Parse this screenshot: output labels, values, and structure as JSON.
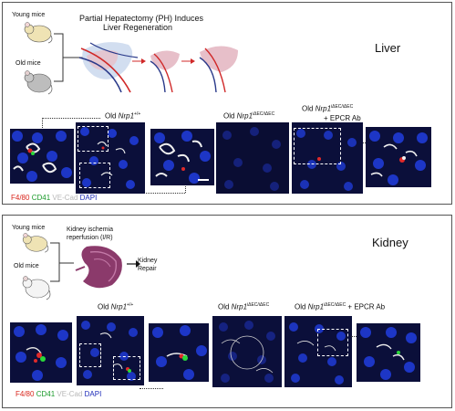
{
  "liver": {
    "heading": "Liver",
    "young_label": "Young mice",
    "old_label": "Old mice",
    "procedure_line1": "Partial Hepatectomy (PH) Induces",
    "procedure_line2": "Liver Regeneration",
    "group1_prefix": "Old ",
    "group1_gene": "Nrp1",
    "group1_sup": "+/+",
    "group2_prefix": "Old ",
    "group2_gene": "Nrp1",
    "group2_sup": "iΔEC/iΔEC",
    "group3_prefix": "Old ",
    "group3_gene": "Nrp1",
    "group3_sup": "iΔEC/iΔEC",
    "group3_suffix": "+ EPCR Ab"
  },
  "kidney": {
    "heading": "Kidney",
    "young_label": "Young mice",
    "old_label": "Old mice",
    "procedure_line1": "Kidney ischemia",
    "procedure_line2": "reperfusion (I/R)",
    "repair_line1": "Kidney",
    "repair_line2": "Repair",
    "group1_prefix": "Old ",
    "group1_gene": "Nrp1",
    "group1_sup": "+/+",
    "group2_prefix": "Old ",
    "group2_gene": "Nrp1",
    "group2_sup": "iΔEC/iΔEC",
    "group3_prefix": "Old ",
    "group3_gene": "Nrp1",
    "group3_sup": "iΔEC/iΔEC",
    "group3_suffix": " + EPCR Ab"
  },
  "legend": {
    "f480": "F4/80",
    "cd41": "CD41",
    "vecad": "VE-Cad",
    "dapi": "DAPI"
  },
  "colors": {
    "f480": "#d9261c",
    "cd41": "#1a9a2a",
    "vecad": "#b8b8b8",
    "dapi": "#1d2bb8"
  }
}
